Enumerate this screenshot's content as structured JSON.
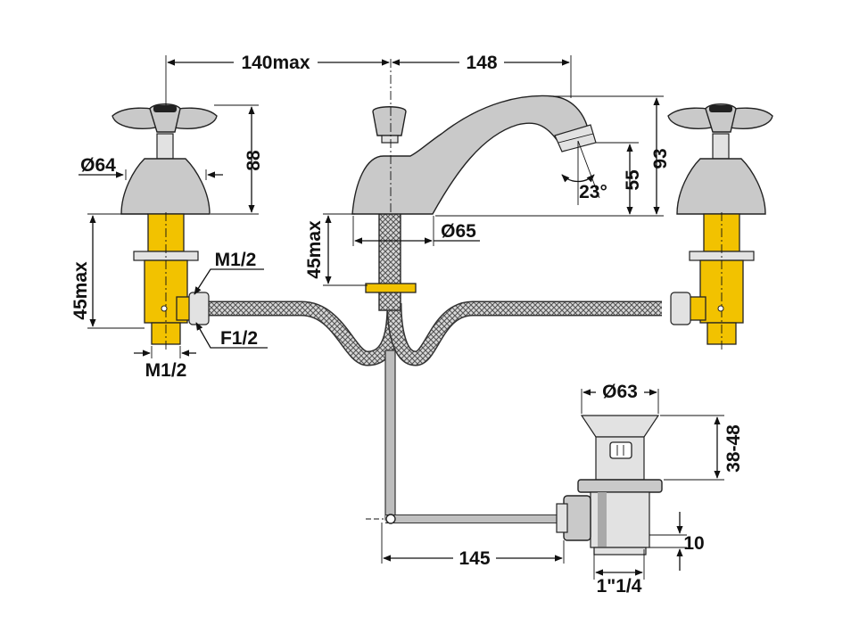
{
  "diagram": {
    "labels": {
      "width_left": "140max",
      "width_right": "148",
      "height_handle": "88",
      "height_spout": "93",
      "spout_outlet": "55",
      "spout_angle": "23°",
      "handle_dia": "Ø64",
      "base_dia": "Ø65",
      "left_depth": "45max",
      "center_depth": "45max",
      "thread_m_upper": "M1/2",
      "thread_f": "F1/2",
      "thread_m_lower": "M1/2",
      "drain_dia": "Ø63",
      "drain_height": "38-48",
      "rod_length": "145",
      "drain_bottom": "10",
      "drain_thread": "1\"1/4"
    },
    "colors": {
      "brass": "#f2c200",
      "chrome": "#c9c9c9",
      "hose": "#9a9a9a"
    }
  }
}
